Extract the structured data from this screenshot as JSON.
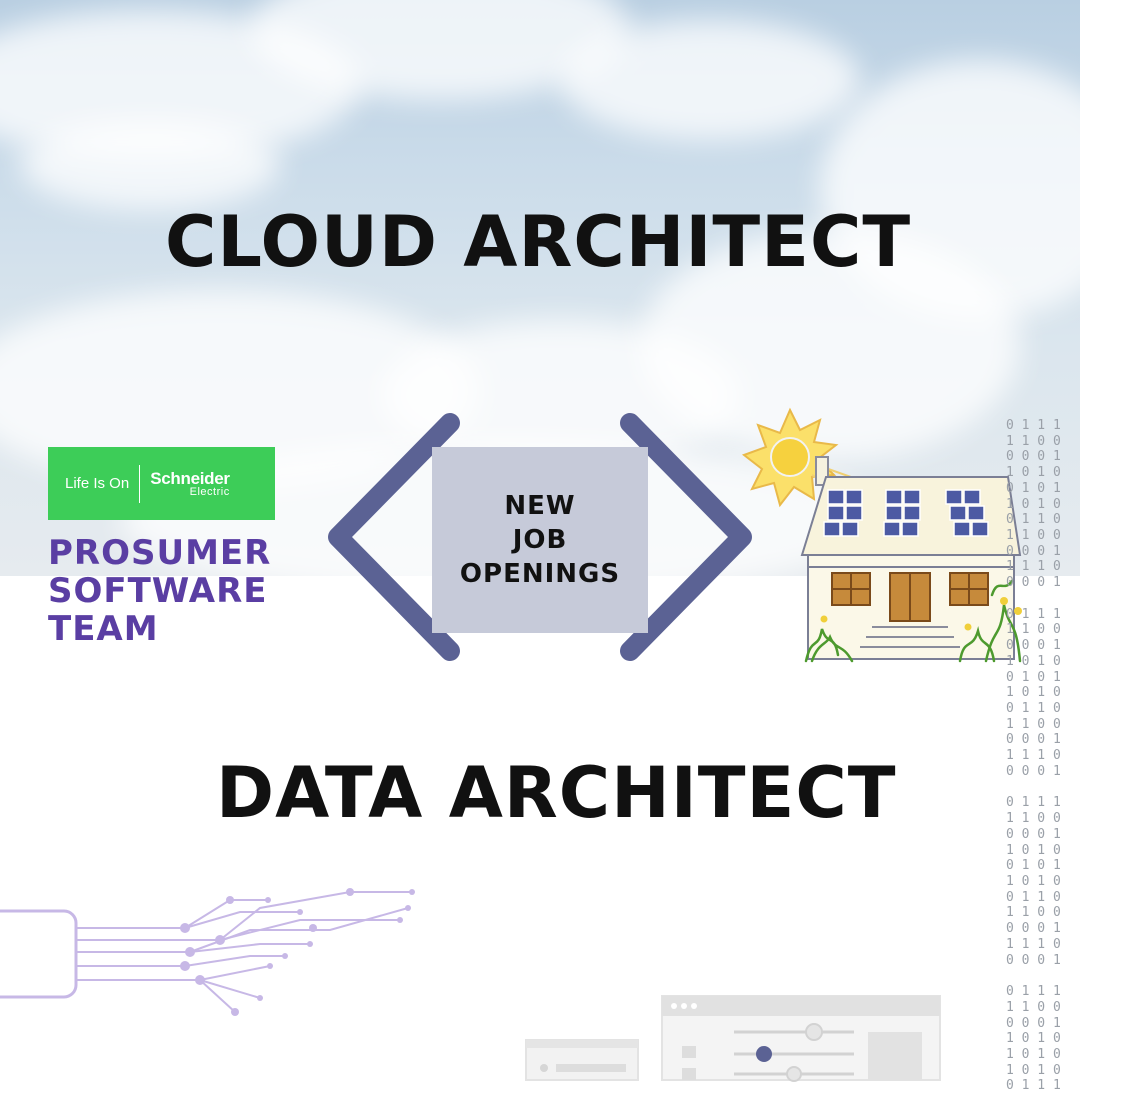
{
  "headline_top": "CLOUD ARCHITECT",
  "headline_bottom": "DATA ARCHITECT",
  "brand": {
    "tagline": "Life Is On",
    "name": "Schneider",
    "sub": "Electric",
    "color": "#3dcd58"
  },
  "team": {
    "lines": [
      "PROSUMER",
      "SOFTWARE",
      "TEAM"
    ],
    "color": "#5a3ea3"
  },
  "badge": {
    "lines": [
      "NEW",
      "JOB",
      "OPENINGS"
    ]
  },
  "colors": {
    "chevron": "#5b6294",
    "badge_bg": "#c6cad9",
    "circuit": "#c7b8e6"
  },
  "binary_blocks": [
    [
      "0 1 1 1",
      "1 1 0 0",
      "0 0 0 1",
      "1 0 1 0",
      "0 1 0 1",
      "1 0 1 0",
      "0 1 1 0",
      "1 1 0 0",
      "0 0 0 1",
      "1 1 1 0",
      "0 0 0 1"
    ],
    [
      "0 1 1 1",
      "1 1 0 0",
      "0 0 0 1",
      "1 0 1 0",
      "0 1 0 1",
      "1 0 1 0",
      "0 1 1 0",
      "1 1 0 0",
      "0 0 0 1",
      "1 1 1 0",
      "0 0 0 1"
    ],
    [
      "0 1 1 1",
      "1 1 0 0",
      "0 0 0 1",
      "1 0 1 0",
      "0 1 0 1",
      "1 0 1 0",
      "0 1 1 0",
      "1 1 0 0",
      "0 0 0 1",
      "1 1 1 0",
      "0 0 0 1"
    ],
    [
      "0 1 1 1",
      "1 1 0 0",
      "0 0 0 1",
      "1 0 1 0",
      "1 0 1 0",
      "1 0 1 0",
      "0 1 1 1"
    ]
  ]
}
